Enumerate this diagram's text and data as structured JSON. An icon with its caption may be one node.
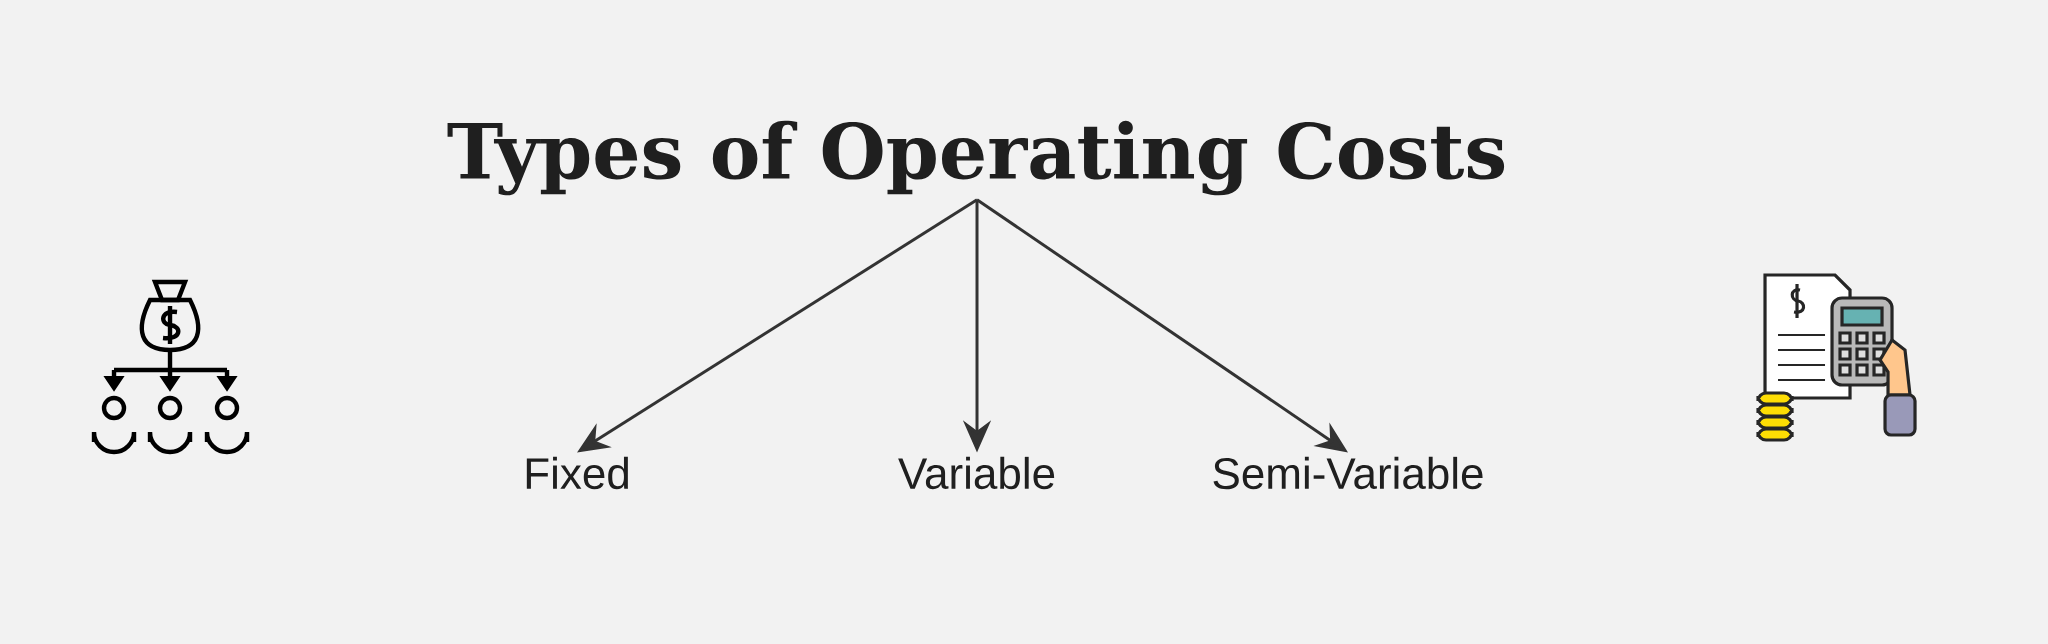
{
  "diagram": {
    "nodes": [
      {
        "text": [
          "Types of Operating Costs"
        ]
      },
      {
        "text": [
          "Fixed"
        ]
      },
      {
        "text": [
          "Variable"
        ]
      },
      {
        "text": [
          "Semi-Variable"
        ]
      }
    ],
    "edges": [
      {
        "from": 0,
        "to": 1,
        "arrow": "to"
      },
      {
        "from": 0,
        "to": 2,
        "arrow": "to"
      },
      {
        "from": 0,
        "to": 3,
        "arrow": "to"
      }
    ]
  }
}
